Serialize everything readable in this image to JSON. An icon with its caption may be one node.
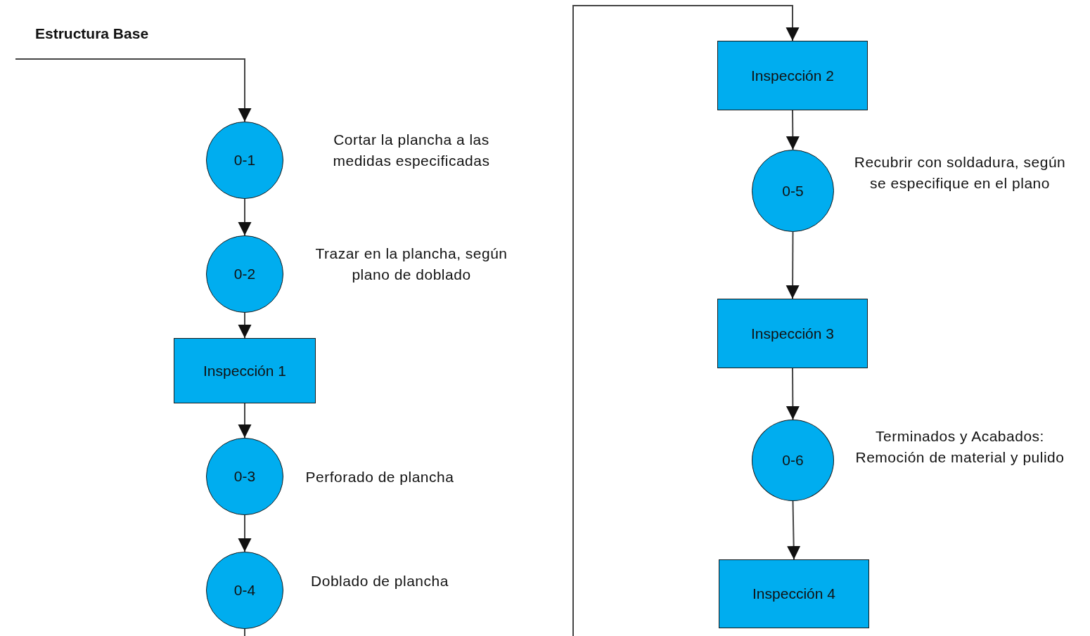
{
  "diagram": {
    "nodes": [
      {
        "text": [
          "0-1"
        ],
        "beside": [
          "Cortar la plancha a las medidas especificadas"
        ]
      },
      {
        "text": [
          "0-2"
        ],
        "beside": [
          "Trazar en la plancha, según plano de doblado"
        ]
      },
      {
        "text": [
          "Inspección 1"
        ]
      },
      {
        "text": [
          "0-3"
        ],
        "beside": [
          "Perforado de plancha"
        ]
      },
      {
        "text": [
          "0-4"
        ],
        "beside": [
          "Doblado de plancha"
        ]
      },
      {
        "text": [
          "Inspección 2"
        ]
      },
      {
        "text": [
          "0-5"
        ],
        "beside": [
          "Recubrir con soldadura, según se especifique en el plano"
        ]
      },
      {
        "text": [
          "Inspección 3"
        ]
      },
      {
        "text": [
          "0-6"
        ],
        "beside": [
          "Terminados y Acabados: Remoción de material y pulido"
        ]
      },
      {
        "text": [
          "Inspección 4"
        ]
      }
    ],
    "edges": [
      {
        "from": null,
        "to": 0,
        "arrow": "to"
      },
      {
        "from": 0,
        "to": 1,
        "arrow": "to"
      },
      {
        "from": 1,
        "to": 2,
        "arrow": "to"
      },
      {
        "from": 2,
        "to": 3,
        "arrow": "to"
      },
      {
        "from": 3,
        "to": 4,
        "arrow": "to"
      },
      {
        "from": 4,
        "to": null,
        "arrow": "none"
      },
      {
        "from": null,
        "to": 5,
        "arrow": "to"
      },
      {
        "from": 5,
        "to": 6,
        "arrow": "to"
      },
      {
        "from": 6,
        "to": 7,
        "arrow": "to"
      },
      {
        "from": 7,
        "to": 8,
        "arrow": "to"
      },
      {
        "from": 8,
        "to": 9,
        "arrow": "to"
      }
    ],
    "labels": [
      "Estructura Base"
    ]
  }
}
